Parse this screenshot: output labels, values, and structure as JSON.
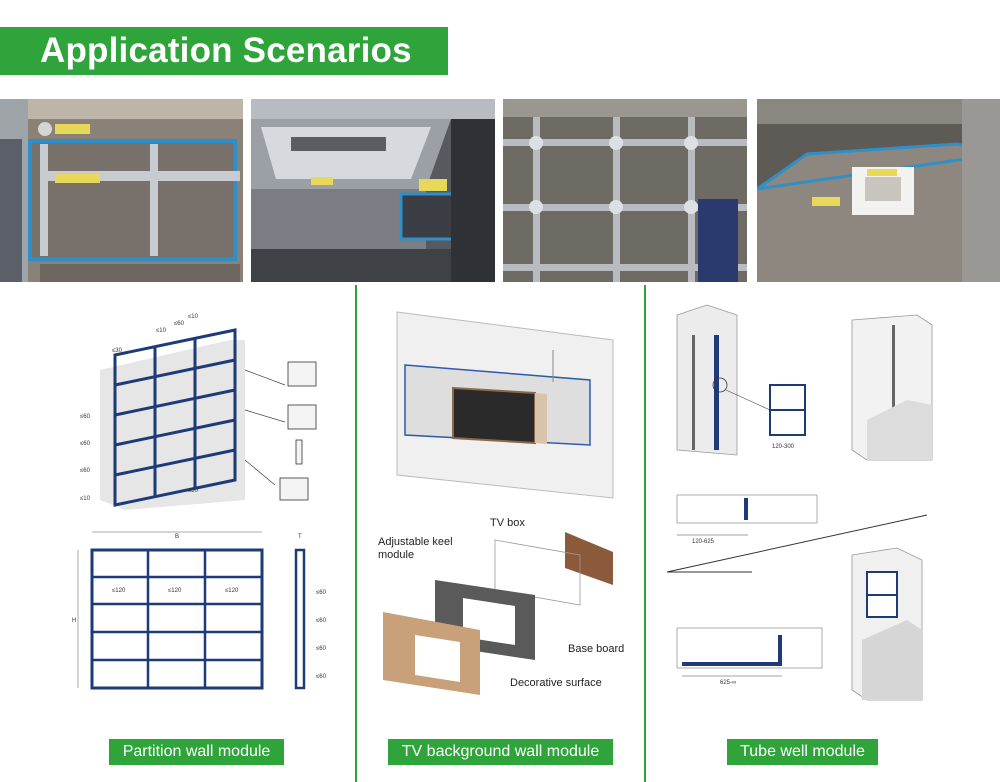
{
  "header": {
    "title": "Application Scenarios"
  },
  "photos": [
    {
      "name": "partition-wall-photo"
    },
    {
      "name": "tv-cabinet-photo"
    },
    {
      "name": "keel-frame-photo"
    },
    {
      "name": "tube-well-photo"
    }
  ],
  "partition": {
    "label": "Partition wall module",
    "dims": {
      "le10": "≤10",
      "le60": "≤60",
      "le30": "≤30",
      "le120": "≤120",
      "b": "B",
      "h": "H",
      "t": "T"
    }
  },
  "tv": {
    "label": "TV background wall module",
    "callouts": {
      "tv_box": "TV box",
      "keel": "Adjustable keel\nmodule",
      "base_board": "Base board",
      "decorative": "Decorative surface"
    }
  },
  "tube": {
    "label": "Tube well module",
    "dims": {
      "range1": "120-625",
      "range2": "625-∞",
      "range3": "120-300"
    }
  },
  "colors": {
    "accent": "#2ea43b",
    "frame": "#1e3a78"
  }
}
